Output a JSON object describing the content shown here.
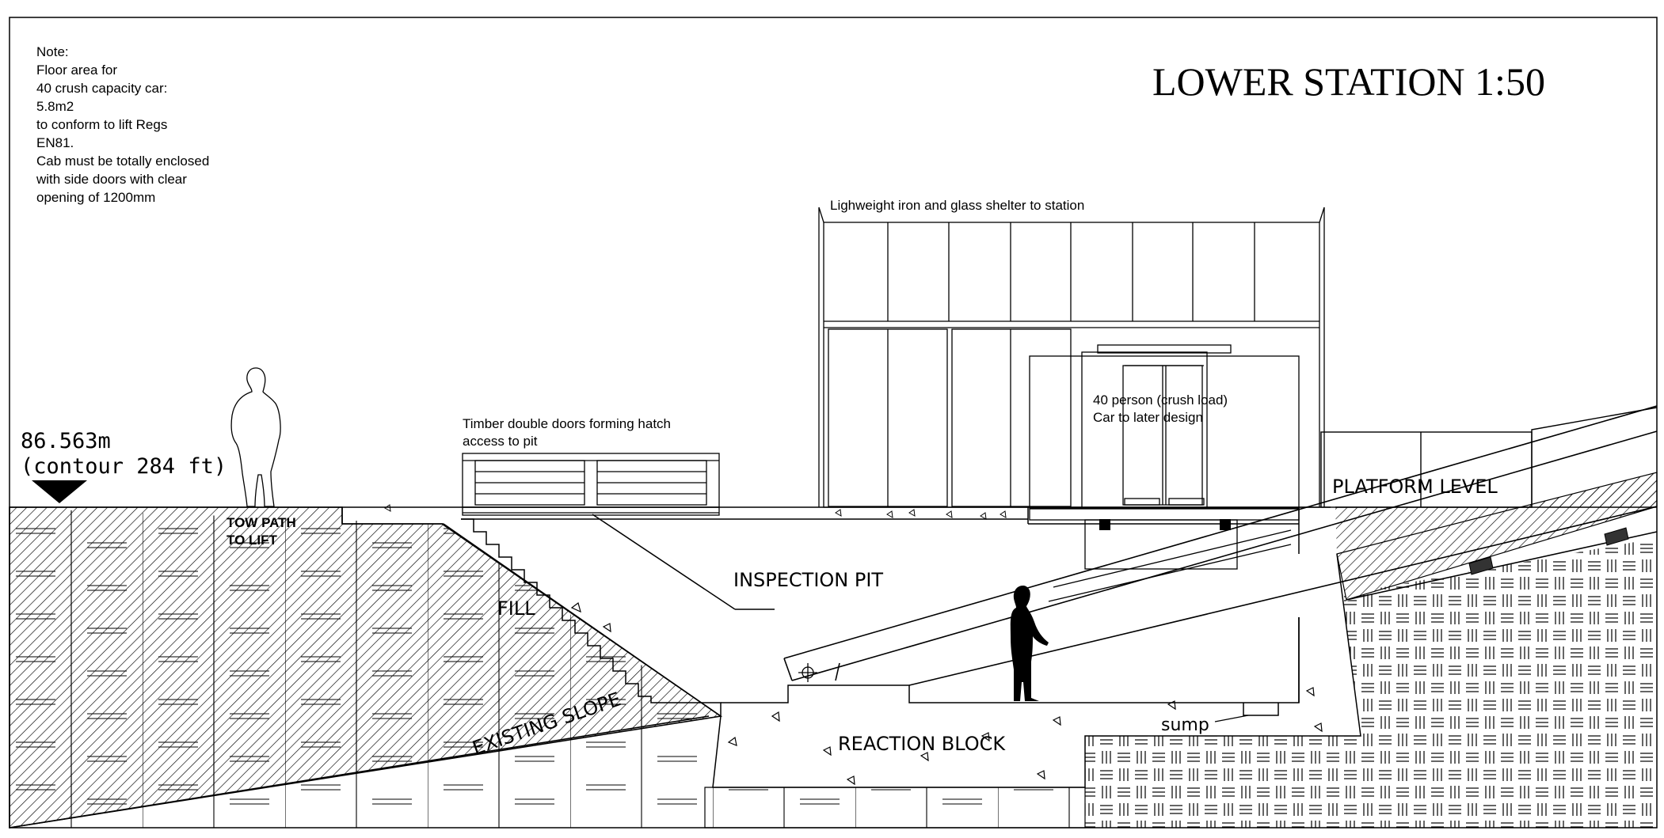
{
  "title": "LOWER STATION 1:50",
  "note": [
    "Note:",
    "Floor area for",
    "40 crush capacity car:",
    "5.8m2",
    "to conform to lift Regs",
    "EN81.",
    "Cab must be totally enclosed",
    "with side doors with clear",
    "opening of 1200mm"
  ],
  "level": {
    "height": "86.563m",
    "contour": "(contour  284  ft)"
  },
  "labels": {
    "shelter": "Lighweight iron and glass shelter to station",
    "hatch_line1": "Timber double doors forming hatch",
    "hatch_line2": "access to pit",
    "car_line1": "40 person (crush load)",
    "car_line2": "Car to later design",
    "tow_path_line1": "TOW PATH",
    "tow_path_line2": "TO LIFT",
    "platform_level": "PLATFORM  LEVEL",
    "inspection_pit": "INSPECTION  PIT",
    "fill": "FILL",
    "existing_slope": "EXISTING  SLOPE",
    "reaction_block": "REACTION  BLOCK",
    "sump": "sump"
  },
  "colors": {
    "line": "#000000",
    "paper": "#ffffff"
  }
}
